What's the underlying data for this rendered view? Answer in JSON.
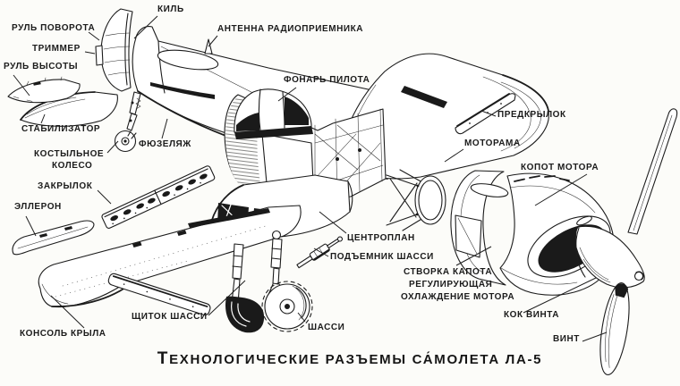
{
  "title": "ТЕХНОЛОГИЧЕСКИЕ РАЗЪЕМЫ СА́МОЛЕТА ЛА-5",
  "labels": {
    "rudder": "РУЛЬ ПОВОРОТА",
    "fin": "КИЛЬ",
    "antenna": "АНТЕННА РАДИОПРИЕМНИКА",
    "trimmer": "ТРИММЕР",
    "elevator": "РУЛЬ ВЫСОТЫ",
    "canopy": "ФОНАРЬ ПИЛОТА",
    "stabilizer": "СТАБИЛИЗАТОР",
    "fuselage": "ФЮЗЕЛЯЖ",
    "slat": "ПРЕДКРЫЛОК",
    "engine_mount": "МОТОРАМА",
    "tail_wheel_1": "КОСТЫЛЬНОЕ",
    "tail_wheel_2": "КОЛЕСО",
    "cowling": "КОПОТ МОТОРА",
    "flap": "ЗАКРЫЛОК",
    "aileron": "ЭЛЛЕРОН",
    "center_section": "ЦЕНТРОПЛАН",
    "gear_lift": "ПОДЪЕМНИК ШАССИ",
    "cowl_flap_1": "СТВОРКА КАПОТА",
    "cowl_flap_2": "РЕГУЛИРУЮЩАЯ",
    "cowl_flap_3": "ОХЛАЖДЕНИЕ МОТОРА",
    "spinner": "КОК ВИНТА",
    "gear_door": "ЩИТОК ШАССИ",
    "landing_gear": "ШАССИ",
    "propeller": "ВИНТ",
    "wing_console": "КОНСОЛЬ КРЫЛА"
  },
  "colors": {
    "ink": "#1c1c1c",
    "background": "#fcfcf9"
  }
}
